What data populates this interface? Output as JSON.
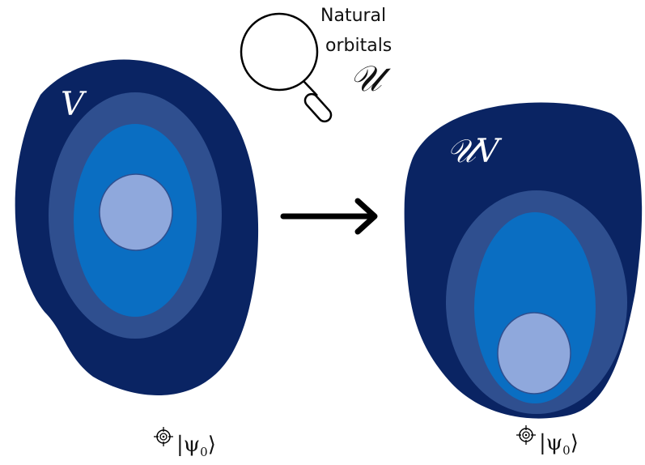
{
  "magnifier": {
    "caption_line1": "Natural",
    "caption_line2": "orbitals",
    "symbol": "𝒰"
  },
  "left_space": {
    "label": "V",
    "state_psi": "|ψ",
    "state_sub": "0",
    "state_close": "⟩"
  },
  "right_space": {
    "label": "𝒰V",
    "state_psi": "|ψ",
    "state_sub": "0",
    "state_close": "⟩"
  },
  "colors": {
    "outer": "#0a2463",
    "ring2": "#2f4f8f",
    "ring3": "#0a6ec2",
    "core": "#8fa8dc",
    "arrow": "#000000"
  },
  "icons": {
    "magnifier": "magnifying-glass-icon",
    "arrow": "right-arrow-icon",
    "target": "target-icon"
  }
}
